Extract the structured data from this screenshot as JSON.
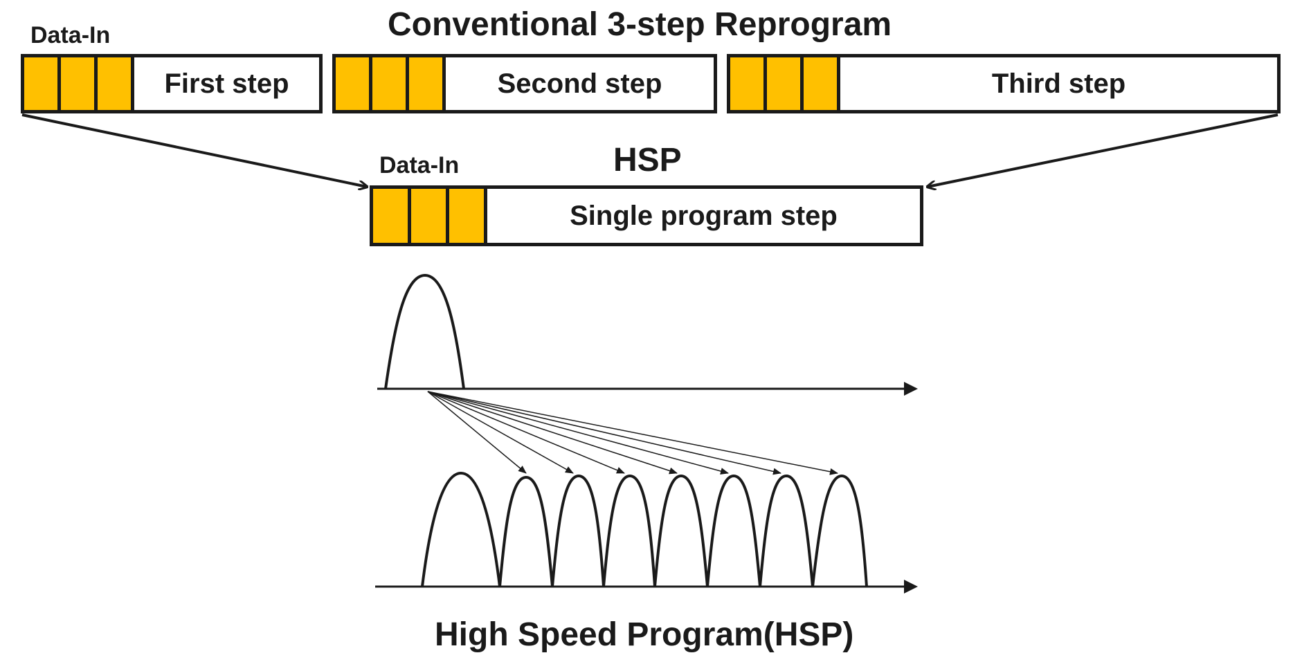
{
  "conventional": {
    "title": "Conventional 3-step Reprogram",
    "data_in_label": "Data-In",
    "steps": [
      {
        "label": "First step"
      },
      {
        "label": "Second step"
      },
      {
        "label": "Third step"
      }
    ]
  },
  "hsp": {
    "title": "HSP",
    "data_in_label": "Data-In",
    "step_label": "Single program step"
  },
  "caption": "High Speed Program(HSP)",
  "colors": {
    "data_cell": "#FFC000",
    "stroke": "#1a1a1a",
    "background": "#ffffff"
  },
  "pulses": {
    "top_pulse_count": 1,
    "bottom_pulse_count": 8
  }
}
